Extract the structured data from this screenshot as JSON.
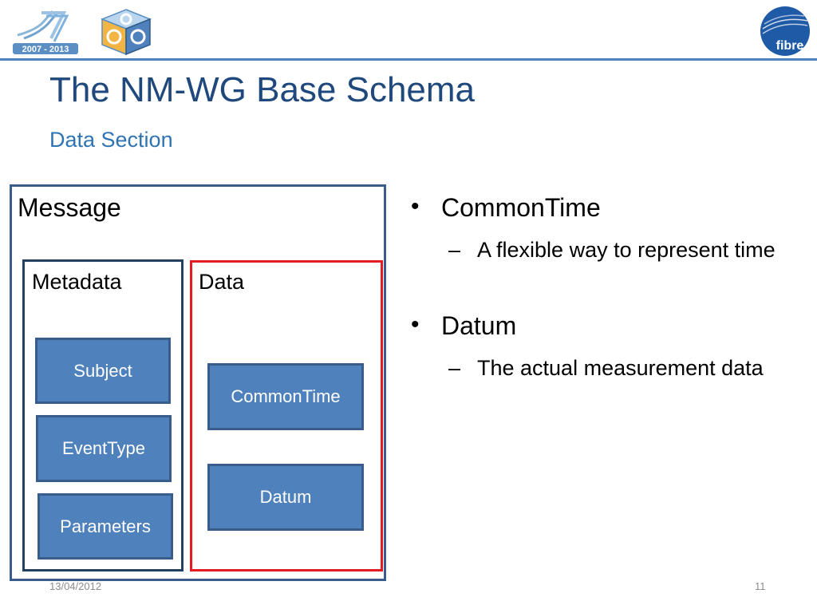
{
  "header": {
    "logo_fp7_text": "2007 - 2013",
    "logo_fibre_text": "fibre",
    "accent_color": "#4f81bd"
  },
  "slide": {
    "title": "The NM-WG Base Schema",
    "subtitle": "Data Section"
  },
  "diagram": {
    "message_label": "Message",
    "metadata_label": "Metadata",
    "data_label": "Data",
    "metadata_items": [
      "Subject",
      "EventType",
      "Parameters"
    ],
    "data_items": [
      "CommonTime",
      "Datum"
    ],
    "highlight_color": "#e31b23",
    "node_color": "#4f81bd"
  },
  "bullets": [
    {
      "text": "CommonTime",
      "sub": "A flexible way to represent time"
    },
    {
      "text": "Datum",
      "sub": "The actual measurement data"
    }
  ],
  "footer": {
    "date": "13/04/2012",
    "page": "11"
  }
}
